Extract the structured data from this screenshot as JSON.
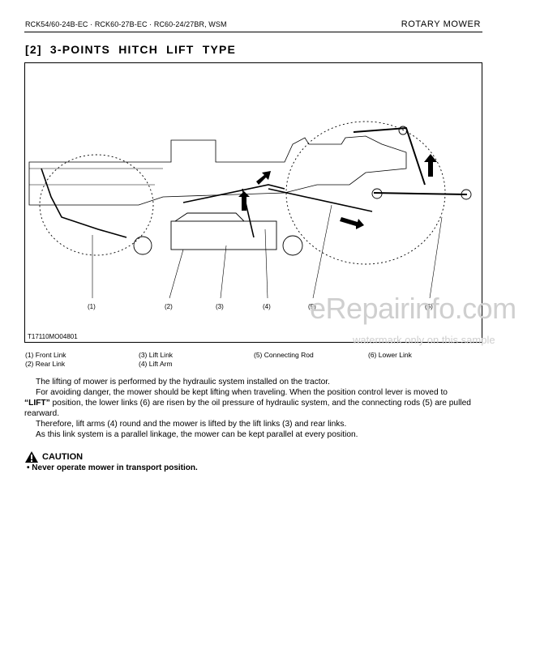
{
  "header": {
    "models": "RCK54/60-24B-EC · RCK60-27B-EC · RC60-24/27BR, WSM",
    "section": "ROTARY MOWER"
  },
  "title": "[2]  3-POINTS  HITCH  LIFT  TYPE",
  "figure": {
    "callouts": [
      "(1)",
      "(2)",
      "(3)",
      "(4)",
      "(5)",
      "(6)"
    ],
    "figure_id": "T17110MO04801"
  },
  "legend": {
    "col1": [
      "(1) Front Link",
      "(2) Rear Link"
    ],
    "col2": [
      "(3) Lift Link",
      "(4) Lift Arm"
    ],
    "col3": [
      "(5) Connecting Rod"
    ],
    "col4": [
      "(6) Lower Link"
    ]
  },
  "body": {
    "p1": "The lifting of mower is performed by the hydraulic system installed on the tractor.",
    "p2a": "For avoiding danger, the mower should be kept lifting when traveling.  When the position control lever is moved to",
    "p2_bold": "“LIFT”",
    "p2b": " position, the lower links (6) are risen by the oil pressure of hydraulic system, and the connecting rods (5) are pulled rearward.",
    "p3": "Therefore, lift arms (4) round and the mower is lifted by the lift links (3) and rear links.",
    "p4": "As this link system is a parallel linkage, the mower can be kept parallel at every position."
  },
  "caution": {
    "label": "CAUTION",
    "bullet": "•  Never operate mower in transport position."
  },
  "watermark": {
    "big": "eRepairinfo.com",
    "small": "watermark only on this sample"
  }
}
